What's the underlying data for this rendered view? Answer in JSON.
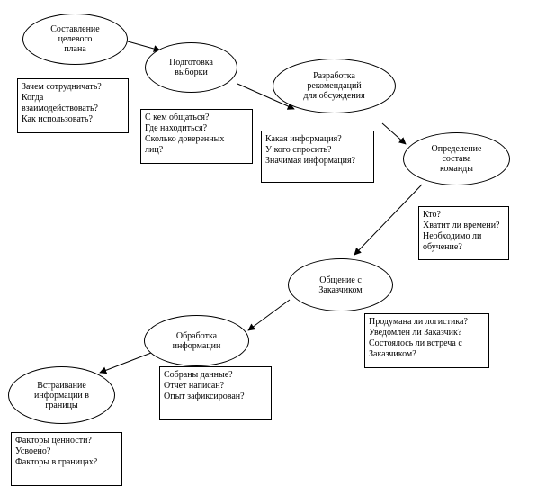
{
  "nodes": [
    {
      "id": "n1",
      "label": "Составление\nцелевого\nплана"
    },
    {
      "id": "n2",
      "label": "Подготовка\nвыборки"
    },
    {
      "id": "n3",
      "label": "Разработка\nрекомендаций\nдля обсуждения"
    },
    {
      "id": "n4",
      "label": "Определение\nсостава\nкоманды"
    },
    {
      "id": "n5",
      "label": "Общение с\nЗаказчиком"
    },
    {
      "id": "n6",
      "label": "Обработка\nинформации"
    },
    {
      "id": "n7",
      "label": "Встраивание\nинформации в\nграницы"
    }
  ],
  "boxes": [
    {
      "id": "b1",
      "lines": [
        "Зачем сотрудничать?",
        "Когда\nвзаимодействовать?",
        "Как использовать?"
      ]
    },
    {
      "id": "b2",
      "lines": [
        "С кем общаться?",
        "Где находиться?",
        "Сколько доверенных\nлиц?"
      ]
    },
    {
      "id": "b3",
      "lines": [
        "Какая информация?",
        "У кого спросить?",
        "Значимая информация?"
      ]
    },
    {
      "id": "b4",
      "lines": [
        "Кто?",
        "Хватит ли времени?",
        "Необходимо ли\nобучение?"
      ]
    },
    {
      "id": "b5",
      "lines": [
        "Продумана ли логистика?",
        "Уведомлен ли Заказчик?",
        "Состоялось  ли  встреча с\nЗаказчиком?"
      ]
    },
    {
      "id": "b6",
      "lines": [
        "Собраны данные?",
        "Отчет написан?",
        "Опыт зафиксирован?"
      ]
    },
    {
      "id": "b7",
      "lines": [
        "Факторы ценности?",
        "Усвоено?",
        "Факторы в границах?"
      ]
    }
  ],
  "edges": [
    {
      "from": "n1",
      "to": "n2"
    },
    {
      "from": "n2",
      "to": "n3"
    },
    {
      "from": "n3",
      "to": "n4"
    },
    {
      "from": "n4",
      "to": "n5"
    },
    {
      "from": "n5",
      "to": "n6"
    },
    {
      "from": "n6",
      "to": "n7"
    }
  ]
}
